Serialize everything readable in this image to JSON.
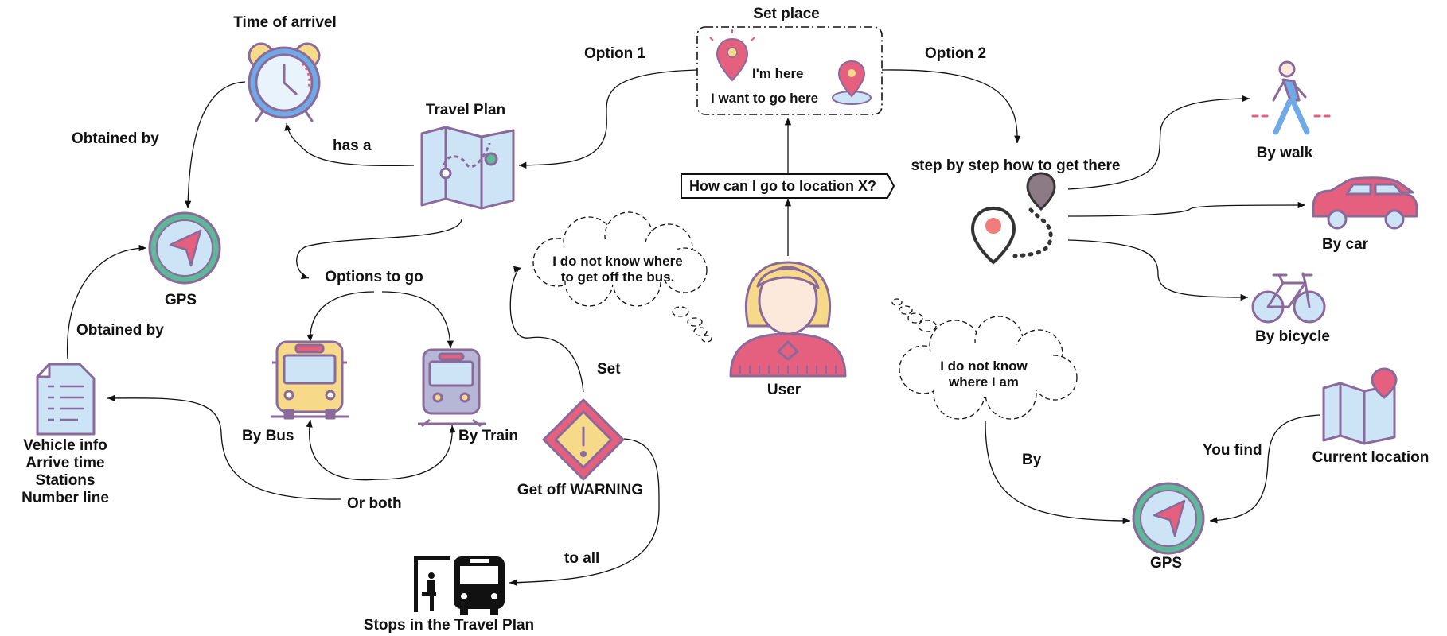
{
  "nodes": {
    "set_place": "Set place",
    "im_here": "I'm here",
    "want_go": "I want to go here",
    "question": "How can I go to location X?",
    "user": "User",
    "time_of_arrival": "Time of arrivel",
    "travel_plan": "Travel Plan",
    "gps_left": "GPS",
    "vehicle_info": "Vehicle info\nArrive time\nStations\nNumber line",
    "options_to_go": "Options to go",
    "by_bus": "By Bus",
    "by_train": "By Train",
    "get_off_warning": "Get off WARNING",
    "stops": "Stops in the Travel Plan",
    "thought_bus": "I do not know where\nto get off the bus.",
    "thought_where": "I do not know\nwhere I am",
    "step_by_step": "step by step how to get there",
    "by_walk": "By walk",
    "by_car": "By car",
    "by_bicycle": "By bicycle",
    "current_location": "Current location",
    "gps_right": "GPS"
  },
  "edges": {
    "option1": "Option 1",
    "option2": "Option 2",
    "has_a": "has a",
    "obtained_by_1": "Obtained by",
    "obtained_by_2": "Obtained by",
    "or_both": "Or both",
    "set": "Set",
    "to_all": "to all",
    "by": "By",
    "you_find": "You find"
  },
  "colors": {
    "outline": "#8a6a9a",
    "pink": "#e5607f",
    "light_blue": "#cde4f7",
    "teal": "#5fb89a",
    "yellow": "#f7d98a",
    "skin": "#fde8dc"
  },
  "icons": [
    "alarm-clock-icon",
    "map-icon",
    "gps-compass-icon",
    "document-icon",
    "bus-icon",
    "train-icon",
    "warning-sign-icon",
    "bus-stop-icon",
    "user-avatar-icon",
    "location-pin-icon",
    "route-icon",
    "walking-person-icon",
    "car-icon",
    "bicycle-icon",
    "current-location-map-icon"
  ]
}
